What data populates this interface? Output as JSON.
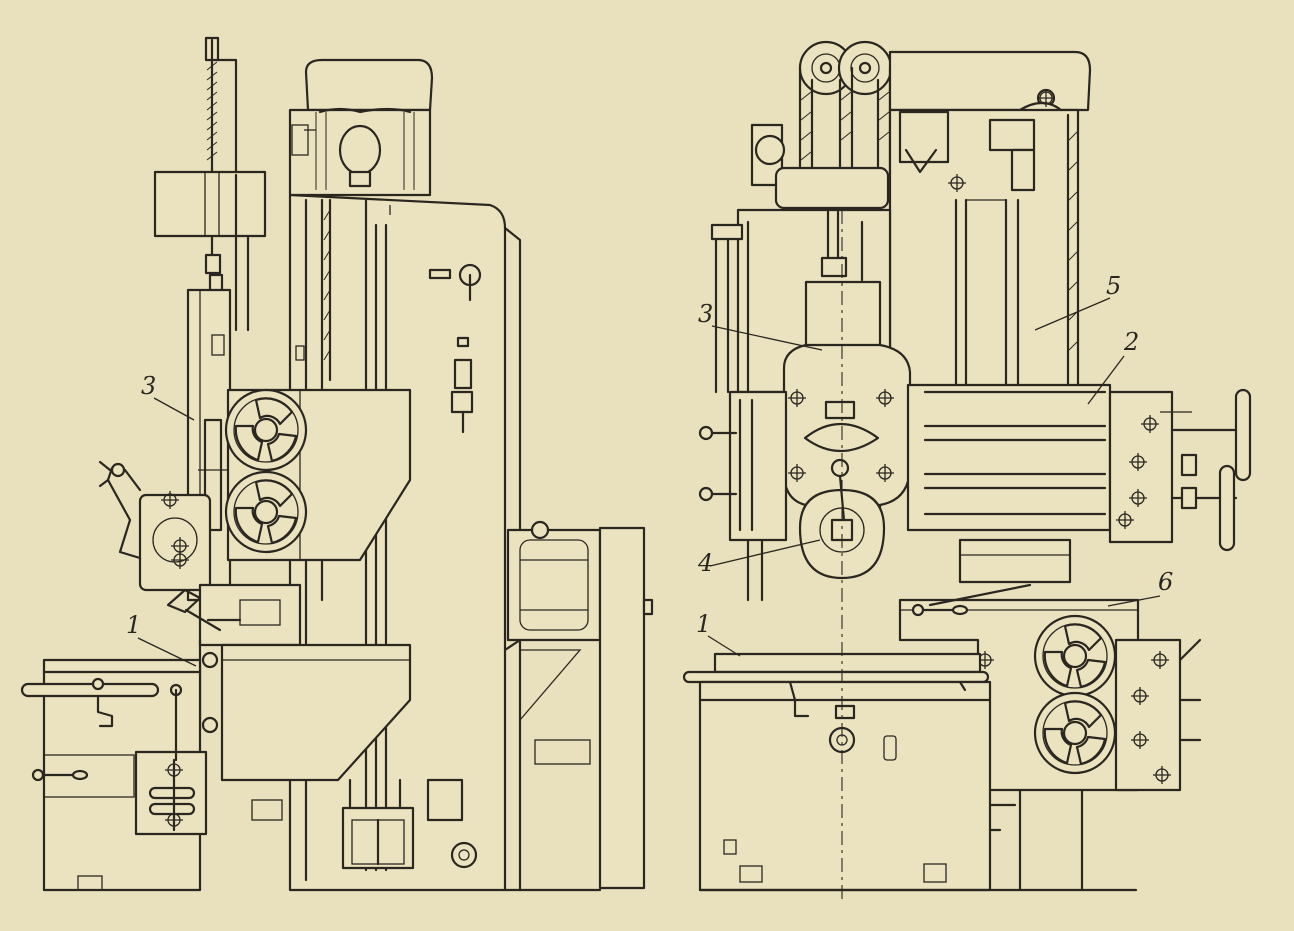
{
  "views": [
    {
      "id": "left-view"
    },
    {
      "id": "right-view"
    }
  ],
  "callouts": {
    "left_3": "3",
    "left_1": "1",
    "right_3": "3",
    "right_4": "4",
    "right_5": "5",
    "right_2": "2",
    "right_1": "1",
    "right_6": "6"
  }
}
